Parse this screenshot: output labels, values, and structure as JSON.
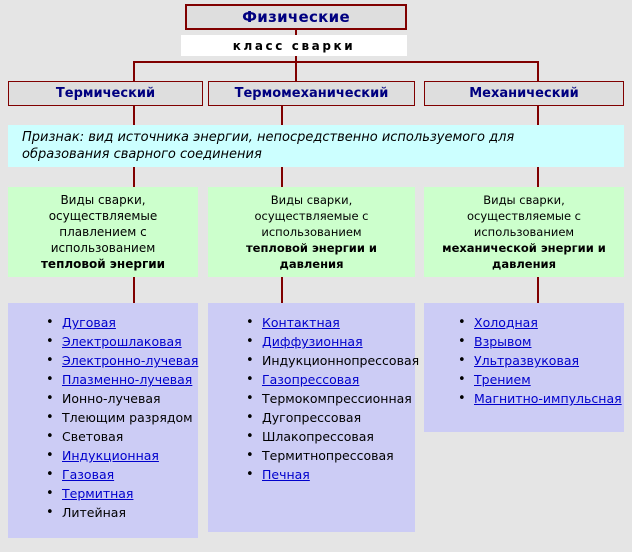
{
  "title": {
    "main": "Физические",
    "sub": "класс сварки"
  },
  "classes": [
    {
      "label": "Термический"
    },
    {
      "label": "Термомеханический"
    },
    {
      "label": "Механический"
    }
  ],
  "feature": {
    "line1": "Признак: вид источника энергии, непосредственно используемого для",
    "line2": "образования сварного соединения"
  },
  "descriptions": [
    {
      "lines": [
        {
          "text": "Виды сварки, осуществляемые",
          "bold": false
        },
        {
          "text": "плавлением с использованием",
          "bold": false
        },
        {
          "text": "тепловой энергии",
          "bold": true
        }
      ]
    },
    {
      "lines": [
        {
          "text": "Виды сварки,",
          "bold": false
        },
        {
          "text": "осуществляемые с",
          "bold": false
        },
        {
          "text": "использованием",
          "bold": false
        },
        {
          "text": "тепловой энергии и давления",
          "bold": true
        }
      ]
    },
    {
      "lines": [
        {
          "text": "Виды сварки,",
          "bold": false
        },
        {
          "text": "осуществляемые с",
          "bold": false
        },
        {
          "text": "использованием",
          "bold": false
        },
        {
          "text": "механической энергии и",
          "bold": true
        },
        {
          "text": "давления",
          "bold": true
        }
      ]
    }
  ],
  "lists": [
    {
      "items": [
        {
          "text": "Дуговая",
          "link": true
        },
        {
          "text": "Электрошлаковая",
          "link": true
        },
        {
          "text": "Электронно-лучевая",
          "link": true
        },
        {
          "text": "Плазменно-лучевая",
          "link": true
        },
        {
          "text": "Ионно-лучевая",
          "link": false
        },
        {
          "text": "Тлеющим разрядом",
          "link": false
        },
        {
          "text": "Световая",
          "link": false
        },
        {
          "text": "Индукционная",
          "link": true
        },
        {
          "text": "Газовая",
          "link": true
        },
        {
          "text": "Термитная",
          "link": true
        },
        {
          "text": "Литейная",
          "link": false
        }
      ]
    },
    {
      "items": [
        {
          "text": "Контактная",
          "link": true
        },
        {
          "text": "Диффузионная",
          "link": true
        },
        {
          "text": "Индукционнопрессовая",
          "link": false
        },
        {
          "text": "Газопрессовая",
          "link": true
        },
        {
          "text": "Термокомпрессионная",
          "link": false
        },
        {
          "text": "Дугопрессовая",
          "link": false
        },
        {
          "text": "Шлакопрессовая",
          "link": false
        },
        {
          "text": "Термитнопрессовая",
          "link": false
        },
        {
          "text": "Печная",
          "link": true
        }
      ]
    },
    {
      "items": [
        {
          "text": "Холодная",
          "link": true
        },
        {
          "text": "Взрывом",
          "link": true
        },
        {
          "text": "Ультразвуковая",
          "link": true
        },
        {
          "text": "Трением",
          "link": true
        },
        {
          "text": "Магнитно-импульсная",
          "link": true,
          "wrap": true
        }
      ]
    }
  ],
  "colors": {
    "background": "#e5e5e5",
    "border": "#800000",
    "title_text": "#000080",
    "feature_bg": "#ccffff",
    "description_bg": "#ccffcc",
    "list_bg": "#ccccf5",
    "link": "#0000cc"
  }
}
